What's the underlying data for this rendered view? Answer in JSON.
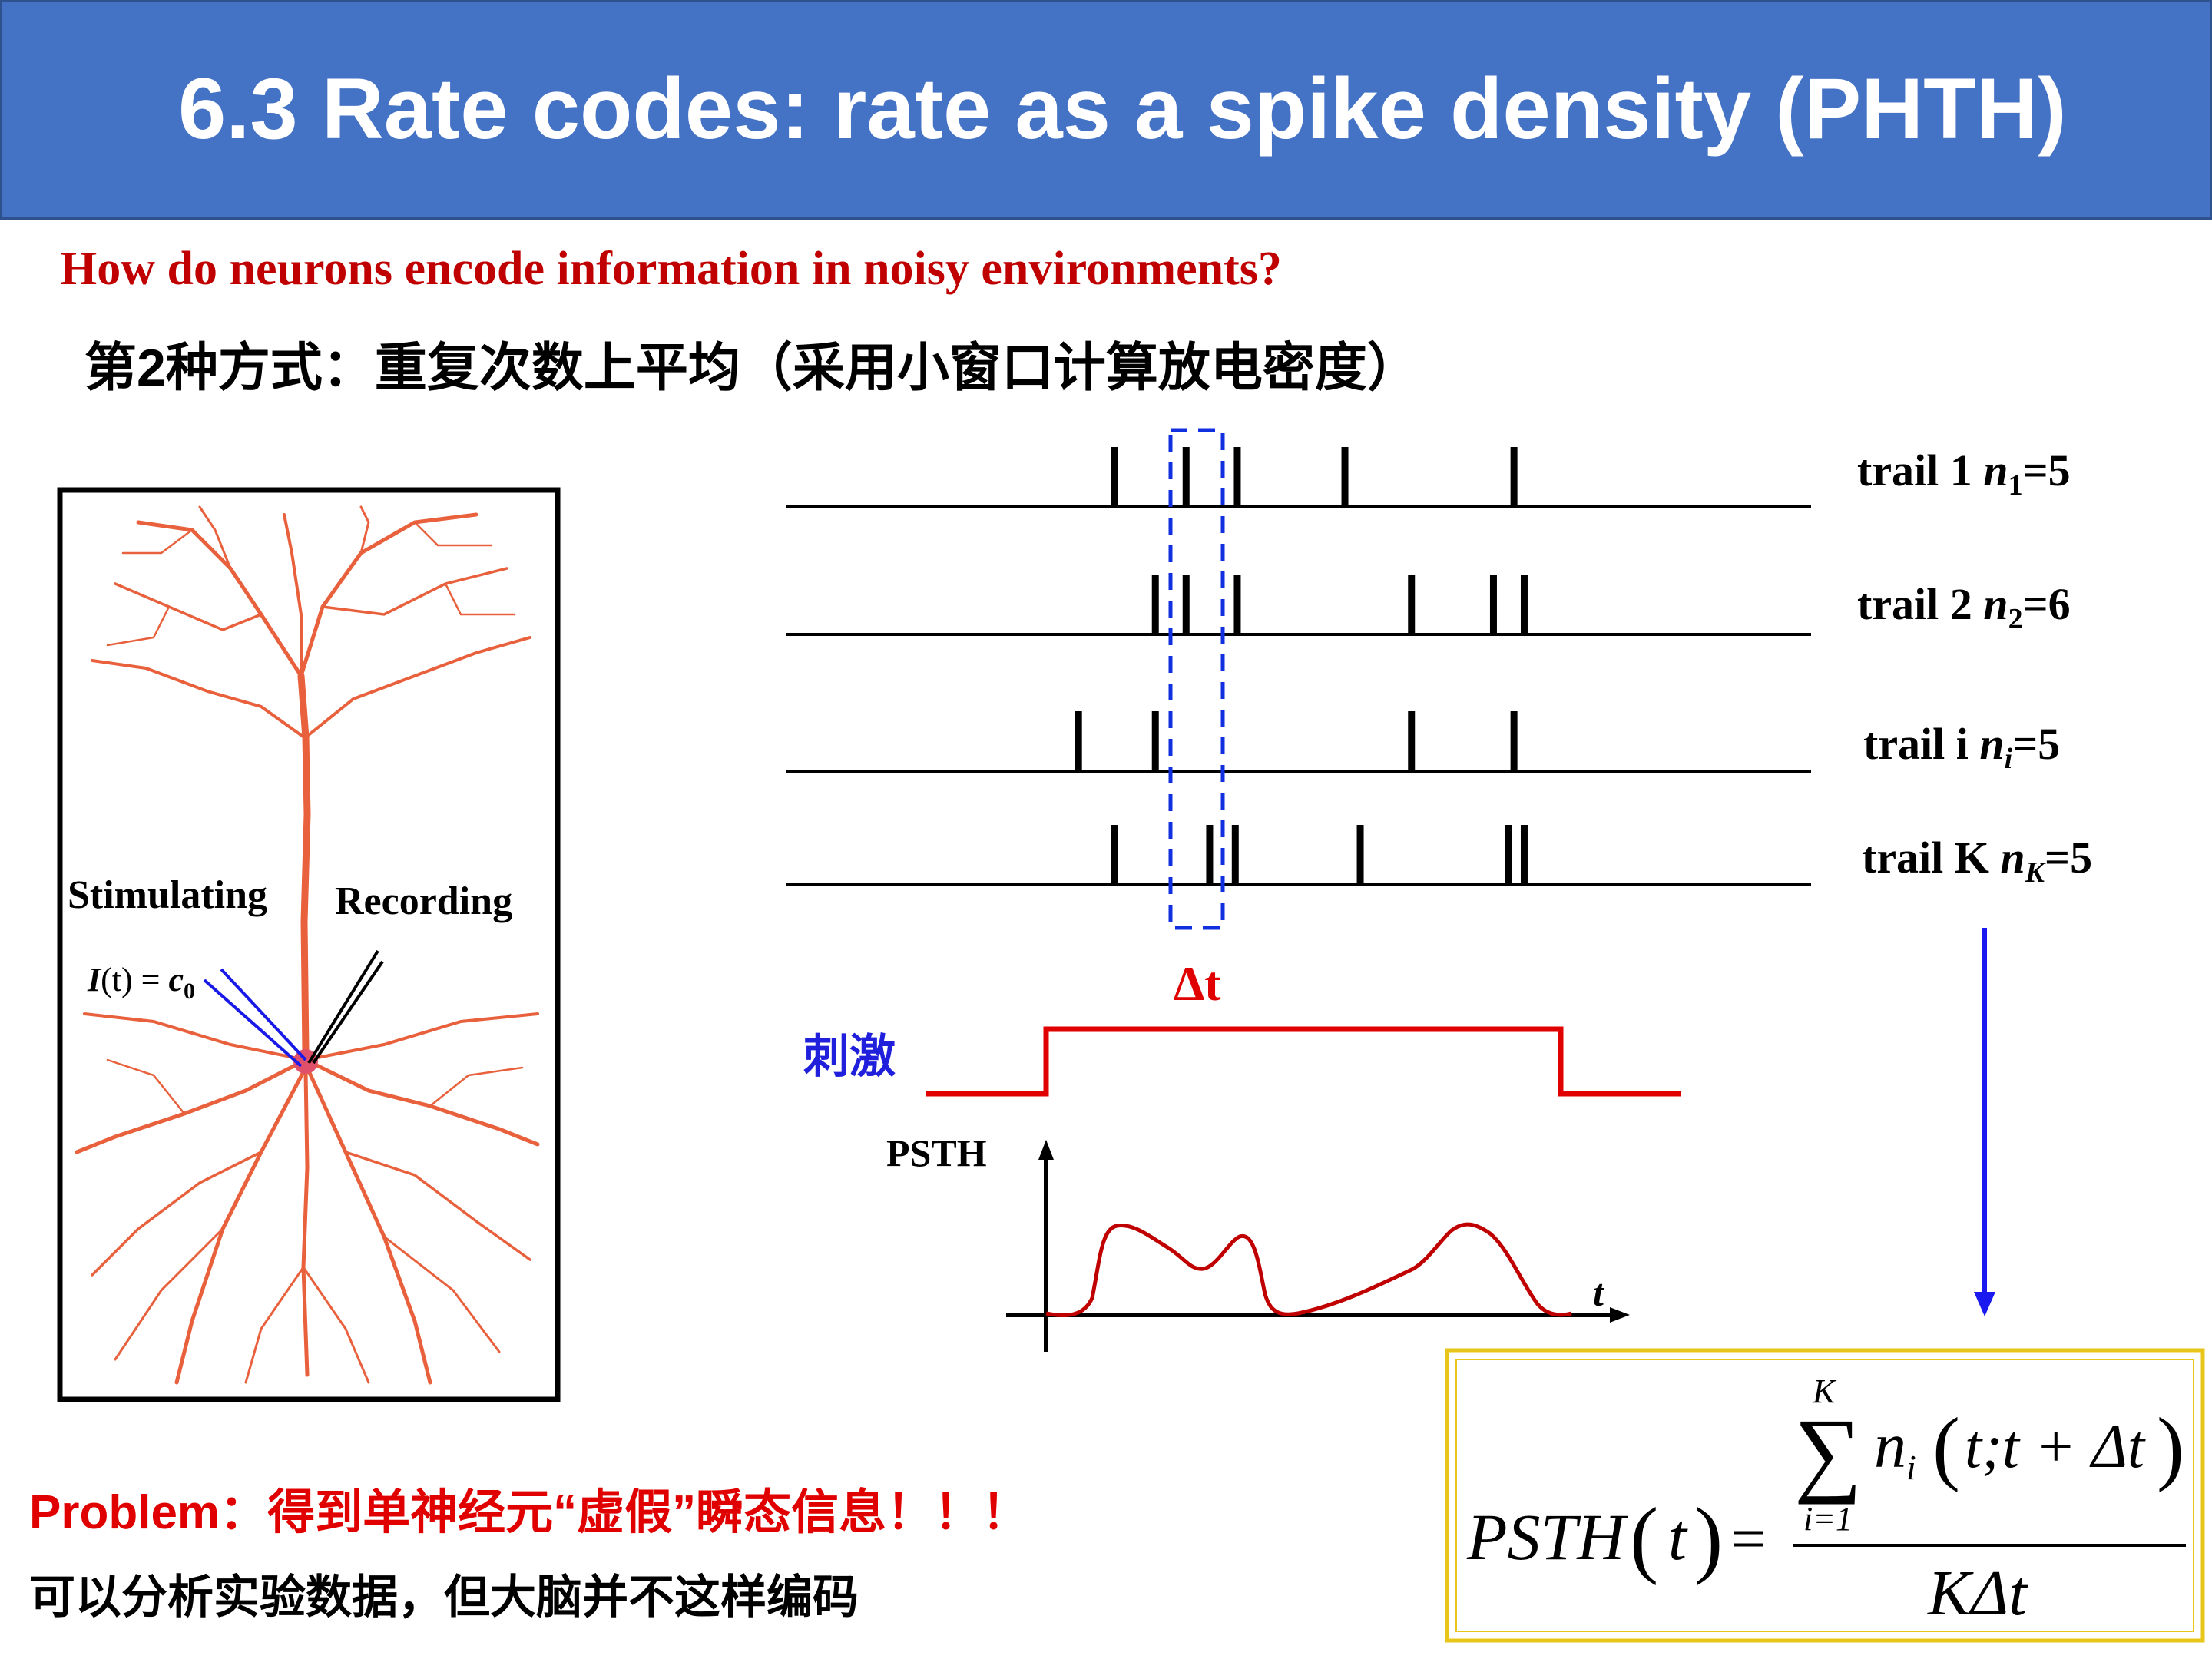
{
  "slide": {
    "title": "6.3 Rate codes: rate as a spike density (PHTH)",
    "question": "How do neurons encode information in noisy environments?",
    "method": "第2种方式：重复次数上平均（采用小窗口计算放电密度）",
    "problem_prefix": "Problem：",
    "problem_text": "得到单神经元“虚假”瞬态信息！！！",
    "note": "可以分析实验数据，但大脑并不这样编码"
  },
  "neuron_panel": {
    "stimulating_label": "Stimulating",
    "recording_label": "Recording",
    "current_label_i": "I",
    "current_label_t": "(t) = ",
    "current_label_c": "c",
    "current_label_sub": "0"
  },
  "raster": {
    "window_label": "Δt",
    "trials": [
      {
        "label_prefix": "trail 1 ",
        "label_n": "n",
        "label_sub": "1",
        "label_value": "=5",
        "spikes": [
          0.32,
          0.39,
          0.44,
          0.545,
          0.71
        ]
      },
      {
        "label_prefix": "trail 2 ",
        "label_n": "n",
        "label_sub": "2",
        "label_value": "=6",
        "spikes": [
          0.36,
          0.39,
          0.44,
          0.61,
          0.69,
          0.72
        ]
      },
      {
        "label_prefix": "trail i ",
        "label_n": "n",
        "label_sub": "i",
        "label_value": "=5",
        "spikes": [
          0.285,
          0.36,
          0.61,
          0.71
        ]
      },
      {
        "label_prefix": "trail K ",
        "label_n": "n",
        "label_sub": "K",
        "label_value": "=5",
        "spikes": [
          0.32,
          0.413,
          0.438,
          0.56,
          0.705,
          0.72
        ]
      }
    ]
  },
  "stimulus": {
    "label": "刺激"
  },
  "psth_plot": {
    "ylabel": "PSTH",
    "xlabel": "t"
  },
  "formula": {
    "lhs_name": "PSTH",
    "lhs_arg": "t",
    "sum_upper": "K",
    "sum_lower": "i=1",
    "numerator_var": "n",
    "numerator_sub": "i",
    "numerator_arg": "t;t + Δt",
    "denominator": "KΔt"
  },
  "colors": {
    "header_bg": "#4472c4",
    "question_red": "#c00000",
    "stimulus_red": "#e00000",
    "stimulus_label_blue": "#1f1fdc",
    "window_blue": "#1030e0",
    "arrow_blue": "#1a1af0",
    "neuron": "#e8603c",
    "formula_border": "#e8c619"
  }
}
